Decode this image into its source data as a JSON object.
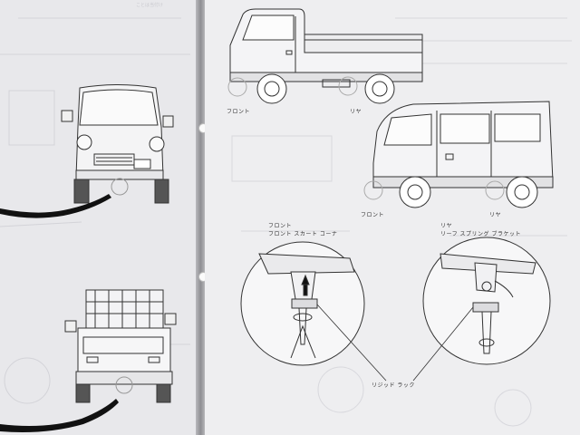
{
  "left_page": {
    "top_fragment": "ことは当付け"
  },
  "right_page": {
    "truck_labels": {
      "front": "フロント",
      "rear": "リヤ"
    },
    "van_labels": {
      "front": "フロント",
      "rear": "リヤ"
    },
    "detail_front": {
      "line1": "フロント",
      "line2": "フロント スカート コーナ"
    },
    "detail_rear": {
      "line1": "リヤ",
      "line2": "リーフ スプリング ブラケット"
    },
    "callout": "リジッド ラック"
  }
}
